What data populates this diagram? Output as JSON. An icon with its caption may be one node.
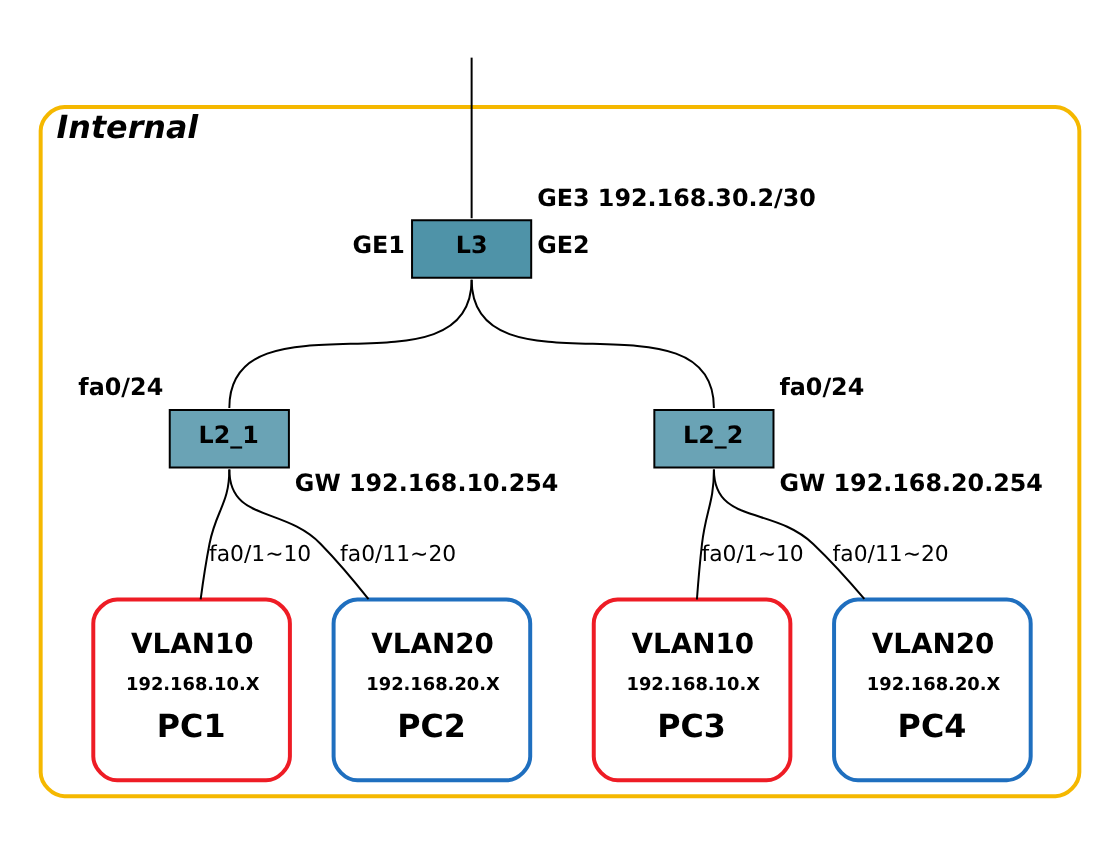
{
  "diagram": {
    "nodes": [
      {
        "text": [
          "Internal"
        ]
      },
      {
        "text": [
          "L3"
        ],
        "in": 0,
        "beside": [
          "GE3 192.168.30.2/30",
          "GE1",
          "GE2"
        ]
      },
      {
        "text": [
          "L2_1"
        ],
        "in": 0,
        "beside": [
          "fa0/24",
          "GW 192.168.10.254"
        ]
      },
      {
        "text": [
          "L2_2"
        ],
        "in": 0,
        "beside": [
          "fa0/24",
          "GW 192.168.20.254"
        ]
      },
      {
        "text": [
          "VLAN10",
          "192.168.10.X",
          "PC1"
        ],
        "in": 0
      },
      {
        "text": [
          "VLAN20",
          "192.168.20.X",
          "PC2"
        ],
        "in": 0
      },
      {
        "text": [
          "VLAN10",
          "192.168.10.X",
          "PC3"
        ],
        "in": 0
      },
      {
        "text": [
          "VLAN20",
          "192.168.20.X",
          "PC4"
        ],
        "in": 0
      }
    ],
    "edges": [
      {
        "from": 1,
        "to": null,
        "arrow": "none"
      },
      {
        "from": 1,
        "to": 2,
        "arrow": "none"
      },
      {
        "from": 1,
        "to": 3,
        "arrow": "none"
      },
      {
        "from": 2,
        "to": 4,
        "label": "fa0/1~10",
        "arrow": "none"
      },
      {
        "from": 2,
        "to": 5,
        "label": "fa0/11~20",
        "arrow": "none"
      },
      {
        "from": 3,
        "to": 6,
        "label": "fa0/1~10",
        "arrow": "none"
      },
      {
        "from": 3,
        "to": 7,
        "label": "fa0/11~20",
        "arrow": "none"
      }
    ]
  }
}
